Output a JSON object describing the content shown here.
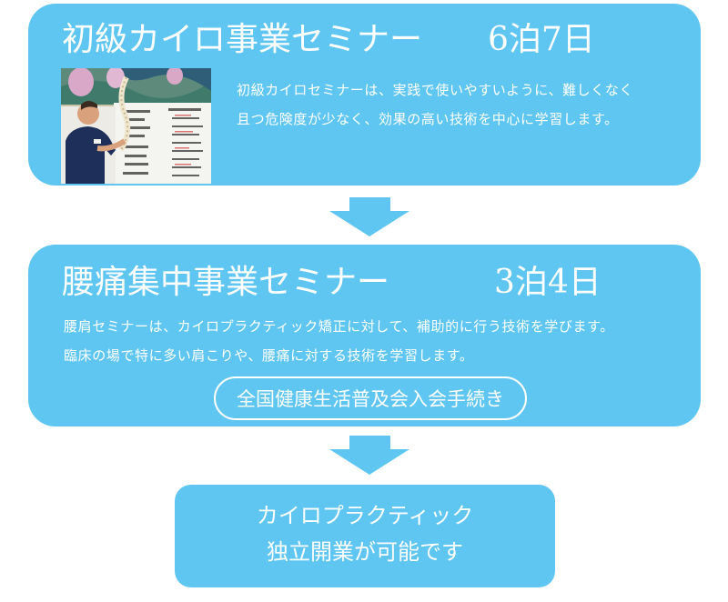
{
  "colors": {
    "box_blue": "#5FC6F1",
    "text": "#FFFFFF",
    "background": "#FFFFFF"
  },
  "steps": [
    {
      "title": "初級カイロ事業セミナー",
      "duration": "6泊7日",
      "photo": {
        "description": "instructor-holding-spine-model-at-whiteboard"
      },
      "description_lines": [
        "初級カイロセミナーは、実践で使いやすいように、難しくなく",
        "且つ危険度が少なく、効果の高い技術を中心に学習します。"
      ]
    },
    {
      "title": "腰痛集中事業セミナー",
      "duration": "3泊4日",
      "description_lines": [
        "腰肩セミナーは、カイロプラクティック矯正に対して、補助的に行う技術を学びます。",
        "臨床の場で特に多い肩こりや、腰痛に対する技術を学習します。"
      ],
      "button_label": "全国健康生活普及会入会手続き"
    },
    {
      "result_lines": [
        "カイロプラクティック",
        "独立開業が可能です"
      ]
    }
  ],
  "arrows": [
    {
      "icon": "down-arrow-icon"
    },
    {
      "icon": "down-arrow-icon"
    }
  ]
}
